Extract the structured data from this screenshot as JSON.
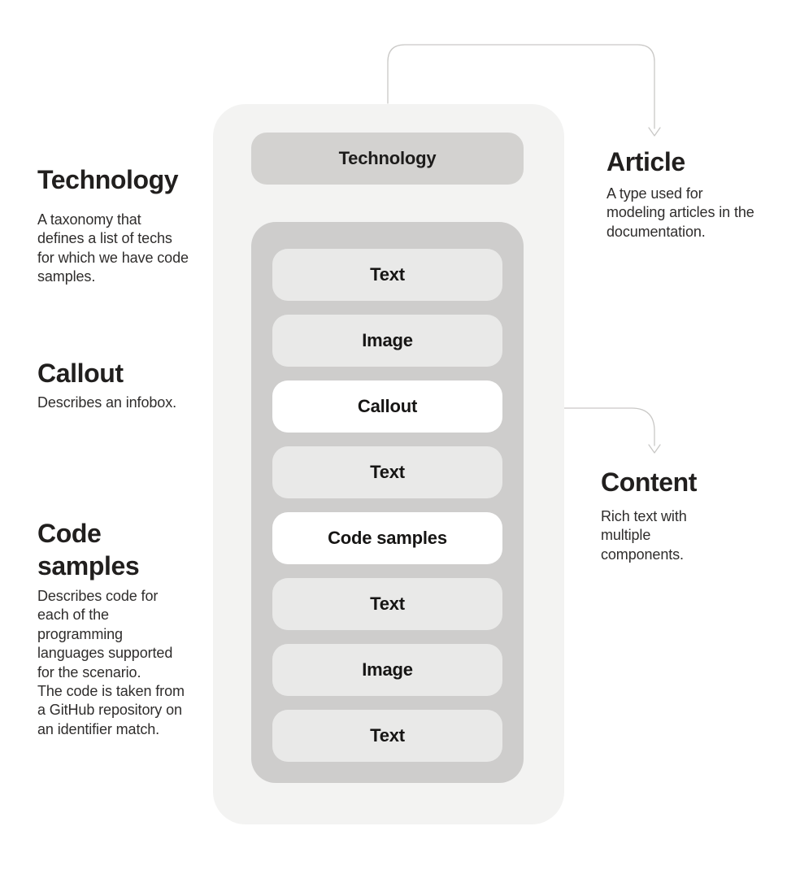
{
  "diagram": {
    "card": {
      "header": {
        "label": "Technology"
      },
      "components": [
        {
          "label": "Text",
          "variant": "gray"
        },
        {
          "label": "Image",
          "variant": "gray"
        },
        {
          "label": "Callout",
          "variant": "white"
        },
        {
          "label": "Text",
          "variant": "gray"
        },
        {
          "label": "Code samples",
          "variant": "white"
        },
        {
          "label": "Text",
          "variant": "gray"
        },
        {
          "label": "Image",
          "variant": "gray"
        },
        {
          "label": "Text",
          "variant": "gray"
        }
      ]
    },
    "left_annotations": [
      {
        "heading": "Technology",
        "body_lines": [
          "A taxonomy that",
          "defines a list of techs",
          "for which we have code",
          "samples."
        ]
      },
      {
        "heading": "Callout",
        "body_lines": [
          "Describes an infobox."
        ]
      },
      {
        "heading": "Code samples",
        "body_lines": [
          "Describes code for",
          "each of the",
          "programming",
          "languages supported",
          "for the scenario.",
          "The code is taken from",
          "a GitHub repository on",
          "an identifier match."
        ]
      }
    ],
    "right_annotations": [
      {
        "heading": "Article",
        "body_lines": [
          "A type used for",
          "modeling articles in the",
          "documentation."
        ]
      },
      {
        "heading": "Content",
        "body_lines": [
          "Rich text with",
          "multiple",
          "components."
        ]
      }
    ],
    "arrows": [
      {
        "name": "technology-card-to-article",
        "from": "technology-card",
        "to": "article-annotation"
      },
      {
        "name": "callout-component-to-content",
        "from": "callout-component",
        "to": "content-annotation"
      }
    ],
    "colors": {
      "page_bg": "#ffffff",
      "card_bg": "#f3f3f2",
      "header_pill_bg": "#d3d2d0",
      "container_bg": "#cecdcc",
      "component_pill_bg": "#e9e9e8",
      "highlight_pill_bg": "#ffffff",
      "heading_text": "#211f1e",
      "body_text": "#2f2d2c",
      "arrow_line": "#c9c8c6"
    }
  }
}
